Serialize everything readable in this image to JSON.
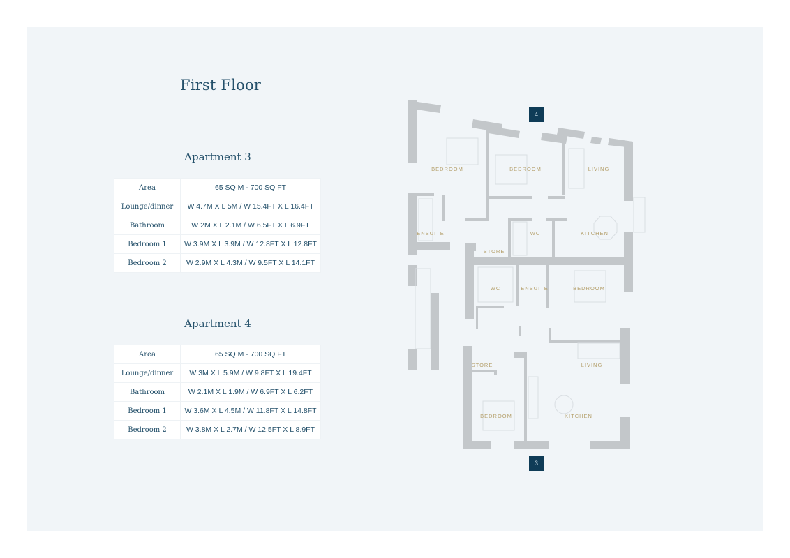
{
  "title": "First Floor",
  "apartments": [
    {
      "name": "Apartment 3",
      "rows": [
        {
          "label": "Area",
          "value": "65 SQ M - 700 SQ FT"
        },
        {
          "label": "Lounge/dinner",
          "value": "W 4.7M X L 5M / W 15.4FT X L 16.4FT"
        },
        {
          "label": "Bathroom",
          "value": "W 2M X L 2.1M / W 6.5FT X L 6.9FT"
        },
        {
          "label": "Bedroom 1",
          "value": "W 3.9M X L 3.9M / W 12.8FT X L 12.8FT"
        },
        {
          "label": "Bedroom 2",
          "value": "W 2.9M X L 4.3M / W 9.5FT X L 14.1FT"
        }
      ]
    },
    {
      "name": "Apartment 4",
      "rows": [
        {
          "label": "Area",
          "value": "65 SQ M - 700 SQ FT"
        },
        {
          "label": "Lounge/dinner",
          "value": "W 3M X L 5.9M / W 9.8FT X L 19.4FT"
        },
        {
          "label": "Bathroom",
          "value": "W 2.1M X L 1.9M / W 6.9FT X L 6.2FT"
        },
        {
          "label": "Bedroom 1",
          "value": "W 3.6M X L 4.5M / W 11.8FT X L 14.8FT"
        },
        {
          "label": "Bedroom 2",
          "value": "W 3.8M X L 2.7M / W 12.5FT X L 8.9FT"
        }
      ]
    }
  ],
  "plan": {
    "badges": {
      "top": "4",
      "bottom": "3"
    },
    "rooms": {
      "bedroom_a": "BEDROOM",
      "bedroom_b": "BEDROOM",
      "living_top": "LIVING",
      "ensuite_top": "ENSUITE",
      "wc_top": "WC",
      "kitchen_top": "KITCHEN",
      "store_top": "STORE",
      "wc_mid": "WC",
      "ensuite_mid": "ENSUITE",
      "bedroom_mid": "BEDROOM",
      "store_bottom": "STORE",
      "living_bottom": "LIVING",
      "bedroom_bottom": "BEDROOM",
      "kitchen_bottom": "KITCHEN"
    }
  }
}
